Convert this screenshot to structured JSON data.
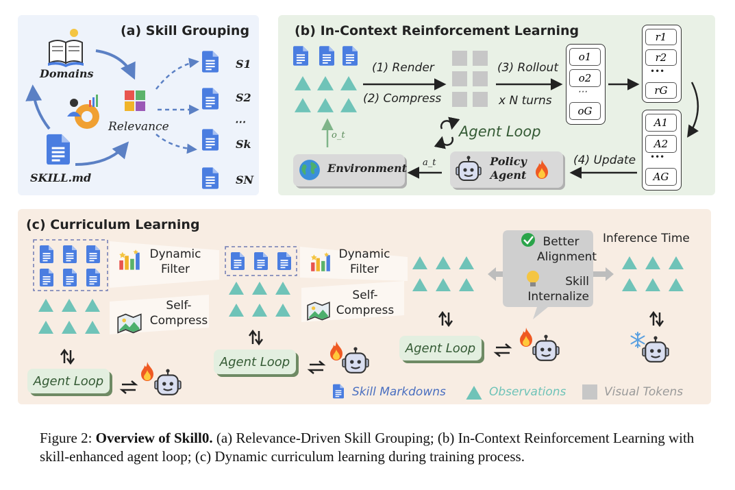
{
  "panel_a": {
    "title": "(a) Skill Grouping",
    "domains": "Domains",
    "relevance": "Relevance",
    "skill_md": "SKILL.md",
    "skills": [
      "S1",
      "S2",
      "⋯",
      "Sk",
      "SN"
    ]
  },
  "panel_b": {
    "title": "(b) In-Context Reinforcement Learning",
    "render": "(1) Render",
    "compress": "(2) Compress",
    "rollout": "(3) Rollout",
    "n_turns": "x N turns",
    "update": "(4) Update",
    "agent_loop": "Agent Loop",
    "environment": "Environment",
    "policy_agent": "Policy Agent",
    "o_t": "o_t",
    "a_t": "a_t",
    "outputs": [
      "o1",
      "o2",
      "⋯",
      "oG"
    ],
    "rewards": [
      "r1",
      "r2",
      "•••",
      "rG"
    ],
    "advantages": [
      "A1",
      "A2",
      "•••",
      "AG"
    ]
  },
  "panel_c": {
    "title": "(c) Curriculum Learning",
    "dynamic_filter": "Dynamic Filter",
    "self_compress": "Self-Compress",
    "agent_loop": "Agent Loop",
    "better_alignment": "Better Alignment",
    "skill_internalize": "Skill Internalize",
    "inference_time": "Inference Time",
    "legend": {
      "skill_markdowns": "Skill Markdowns",
      "observations": "Observations",
      "visual_tokens": "Visual Tokens"
    }
  },
  "caption": {
    "label": "Figure 2:",
    "bold": "Overview of Skill0.",
    "text": " (a) Relevance-Driven Skill Grouping; (b) In-Context Reinforcement Learning with skill-enhanced agent loop; (c) Dynamic curriculum learning during training process."
  },
  "colors": {
    "doc_blue": "#4a7de0",
    "teal": "#6fc3b8",
    "gray_token": "#c7c7c7",
    "arrow_blue": "#5b80c4",
    "panel_a_bg": "#eef3fb",
    "panel_b_bg": "#e9f1e6",
    "panel_c_bg": "#f8ede3"
  }
}
